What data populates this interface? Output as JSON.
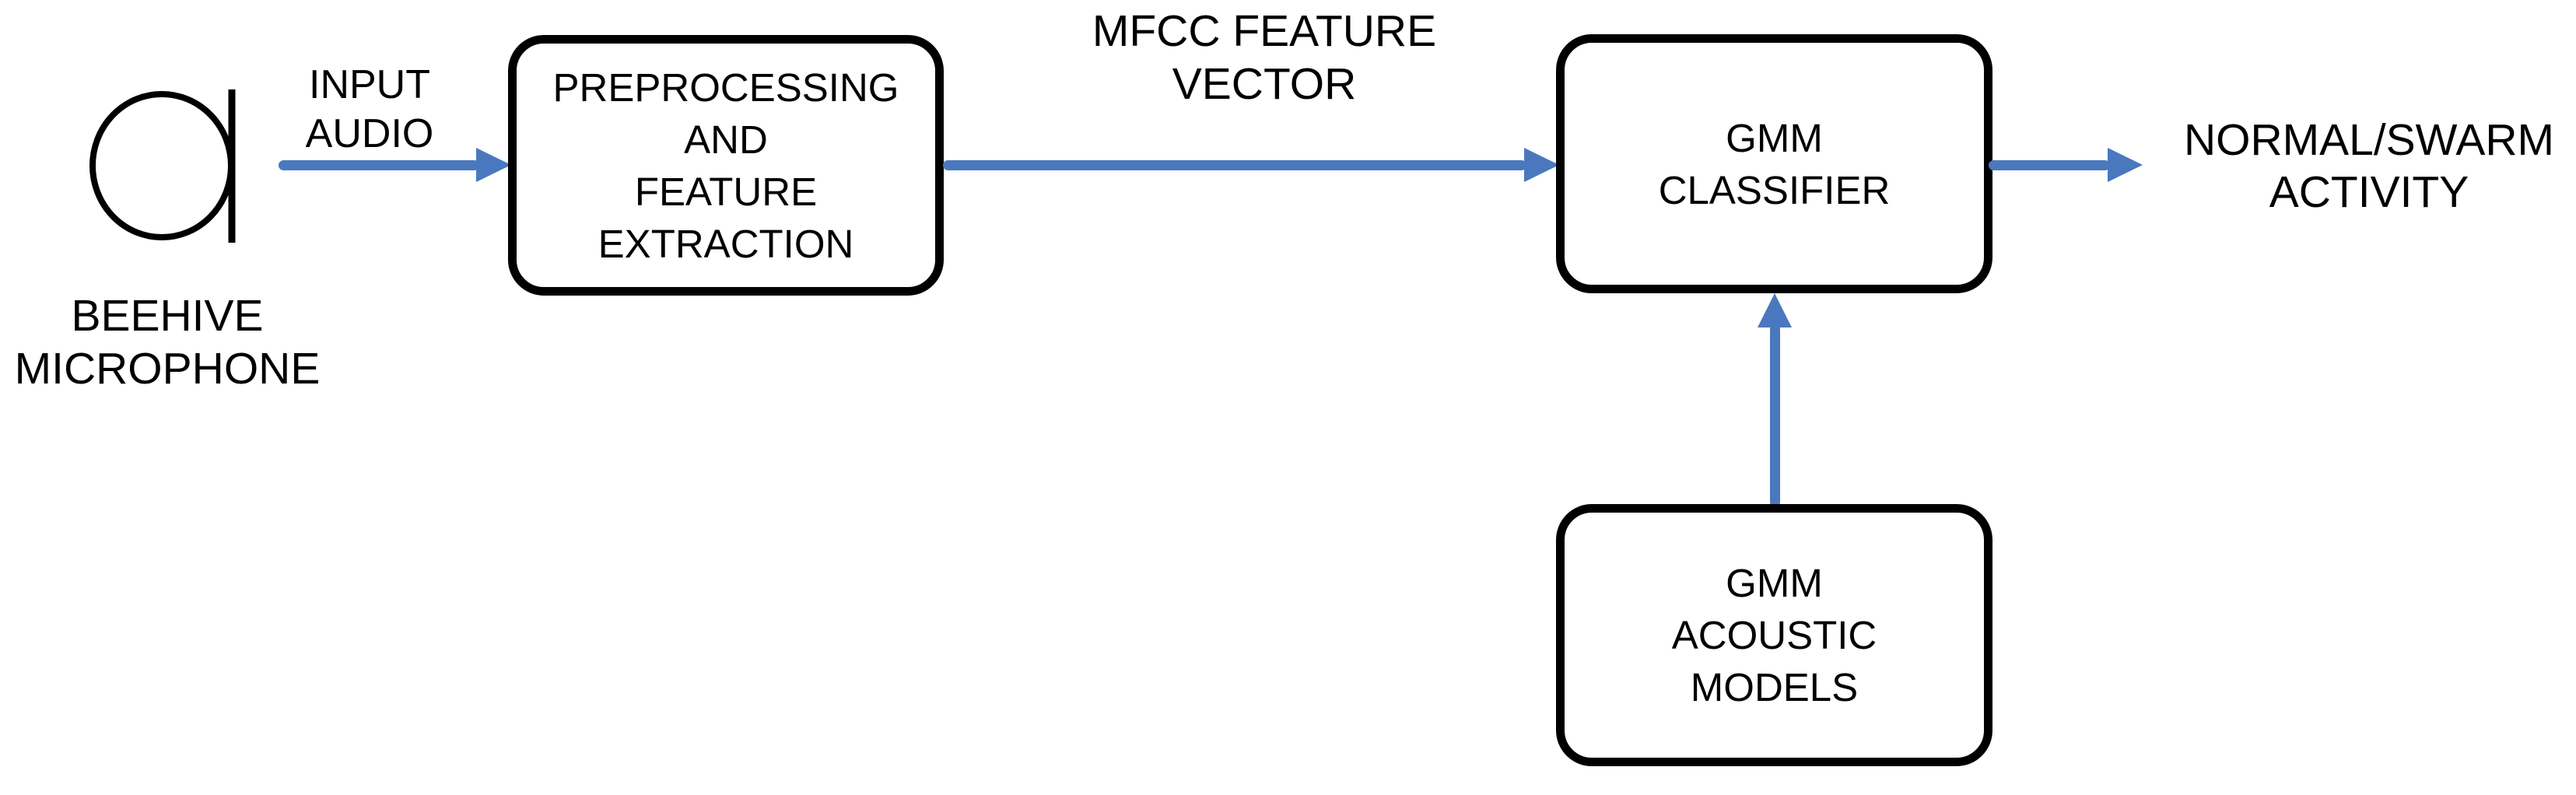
{
  "diagram_title": "",
  "colors": {
    "arrow_blue": "#4A78BE",
    "box_border": "#000000",
    "box_fill": "#FFFFFF",
    "background": "#FFFFFF",
    "text": "#000000"
  },
  "nodes": {
    "beehive_microphone": {
      "type": "source",
      "icon": "microphone-icon",
      "label": "BEEHIVE\nMICROPHONE"
    },
    "preprocessing": {
      "type": "process",
      "label": "PREPROCESSING\nAND\nFEATURE\nEXTRACTION"
    },
    "gmm_classifier": {
      "type": "process",
      "label": "GMM\nCLASSIFIER"
    },
    "gmm_acoustic_models": {
      "type": "process",
      "label": "GMM\nACOUSTIC\nMODELS"
    },
    "normal_swarm_activity": {
      "type": "output",
      "label": "NORMAL/SWARM\nACTIVITY"
    }
  },
  "edges": {
    "input_audio": {
      "from": "beehive_microphone",
      "to": "preprocessing",
      "direction": "right",
      "label": "INPUT\nAUDIO"
    },
    "mfcc_feature_vector": {
      "from": "preprocessing",
      "to": "gmm_classifier",
      "direction": "right",
      "label": "MFCC FEATURE\nVECTOR"
    },
    "classifier_output": {
      "from": "gmm_classifier",
      "to": "normal_swarm_activity",
      "direction": "right",
      "label": ""
    },
    "models_to_classifier": {
      "from": "gmm_acoustic_models",
      "to": "gmm_classifier",
      "direction": "up",
      "label": ""
    }
  }
}
